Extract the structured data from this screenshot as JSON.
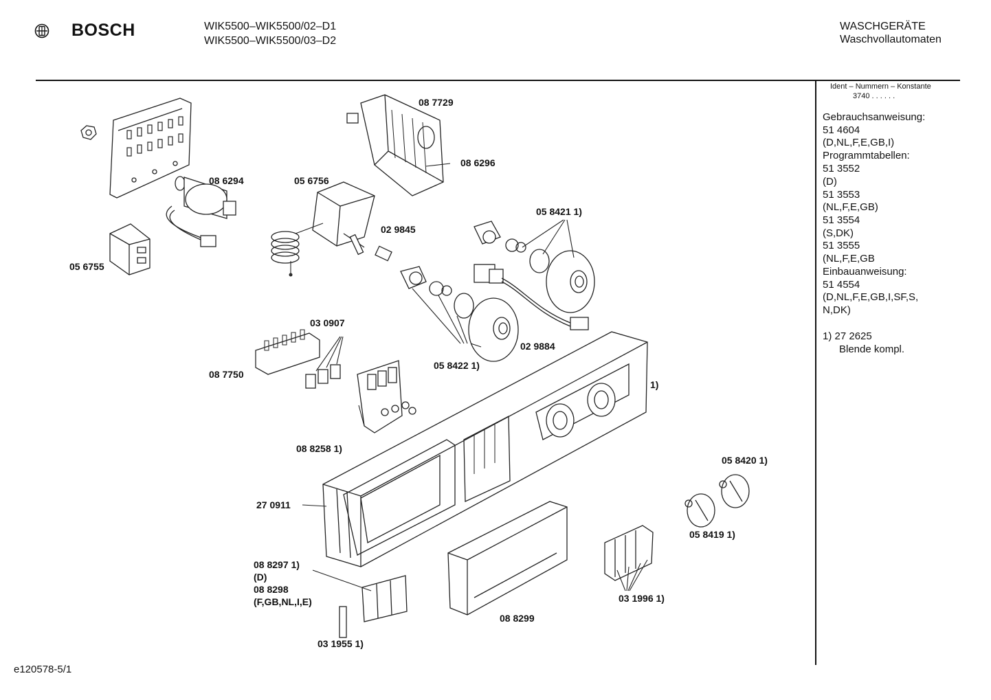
{
  "header": {
    "brand": "BOSCH",
    "model_line_1": "WIK5500–WIK5500/02–D1",
    "model_line_2": "WIK5500–WIK5500/03–D2",
    "category_1": "WASCHGERÄTE",
    "category_2": "Waschvollautomaten"
  },
  "sidebar": {
    "ident_heading": "Ident – Nummern – Konstante",
    "ident_value": "3740  .  .  .  .  .  .",
    "lines": [
      "Gebrauchsanweisung:",
      "51 4604",
      "(D,NL,F,E,GB,I)",
      "Programmtabellen:",
      "51 3552",
      "(D)",
      "51 3553",
      "(NL,F,E,GB)",
      "51 3554",
      "(S,DK)",
      "51 3555",
      "(NL,F,E,GB",
      "Einbauanweisung:",
      "51 4554",
      "(D,NL,F,E,GB,I,SF,S,",
      "N,DK)"
    ],
    "footnote_num": "1)  27 2625",
    "footnote_text": "Blende kompl."
  },
  "parts": {
    "p087729": "08 7729",
    "p086296": "08 6296",
    "p086294": "08 6294",
    "p056756": "05 6756",
    "p056755": "05 6755",
    "p029845": "02 9845",
    "p058421": "05 8421 1)",
    "p030907": "03 0907",
    "p087750": "08 7750",
    "p058422": "05 8422 1)",
    "p029884": "02 9884",
    "p1": "1)",
    "p088258": "08 8258 1)",
    "p058420": "05 8420 1)",
    "p270911": "27 0911",
    "p058419": "05 8419 1)",
    "p088297": "08 8297  1)",
    "pD": "(D)",
    "p088298": "08 8298",
    "pFGB": "(F,GB,NL,I,E)",
    "p031996": "03 1996 1)",
    "p088299": "08 8299",
    "p031955": "03 1955 1)"
  },
  "footer": {
    "doc_number": "e120578-5/1"
  }
}
